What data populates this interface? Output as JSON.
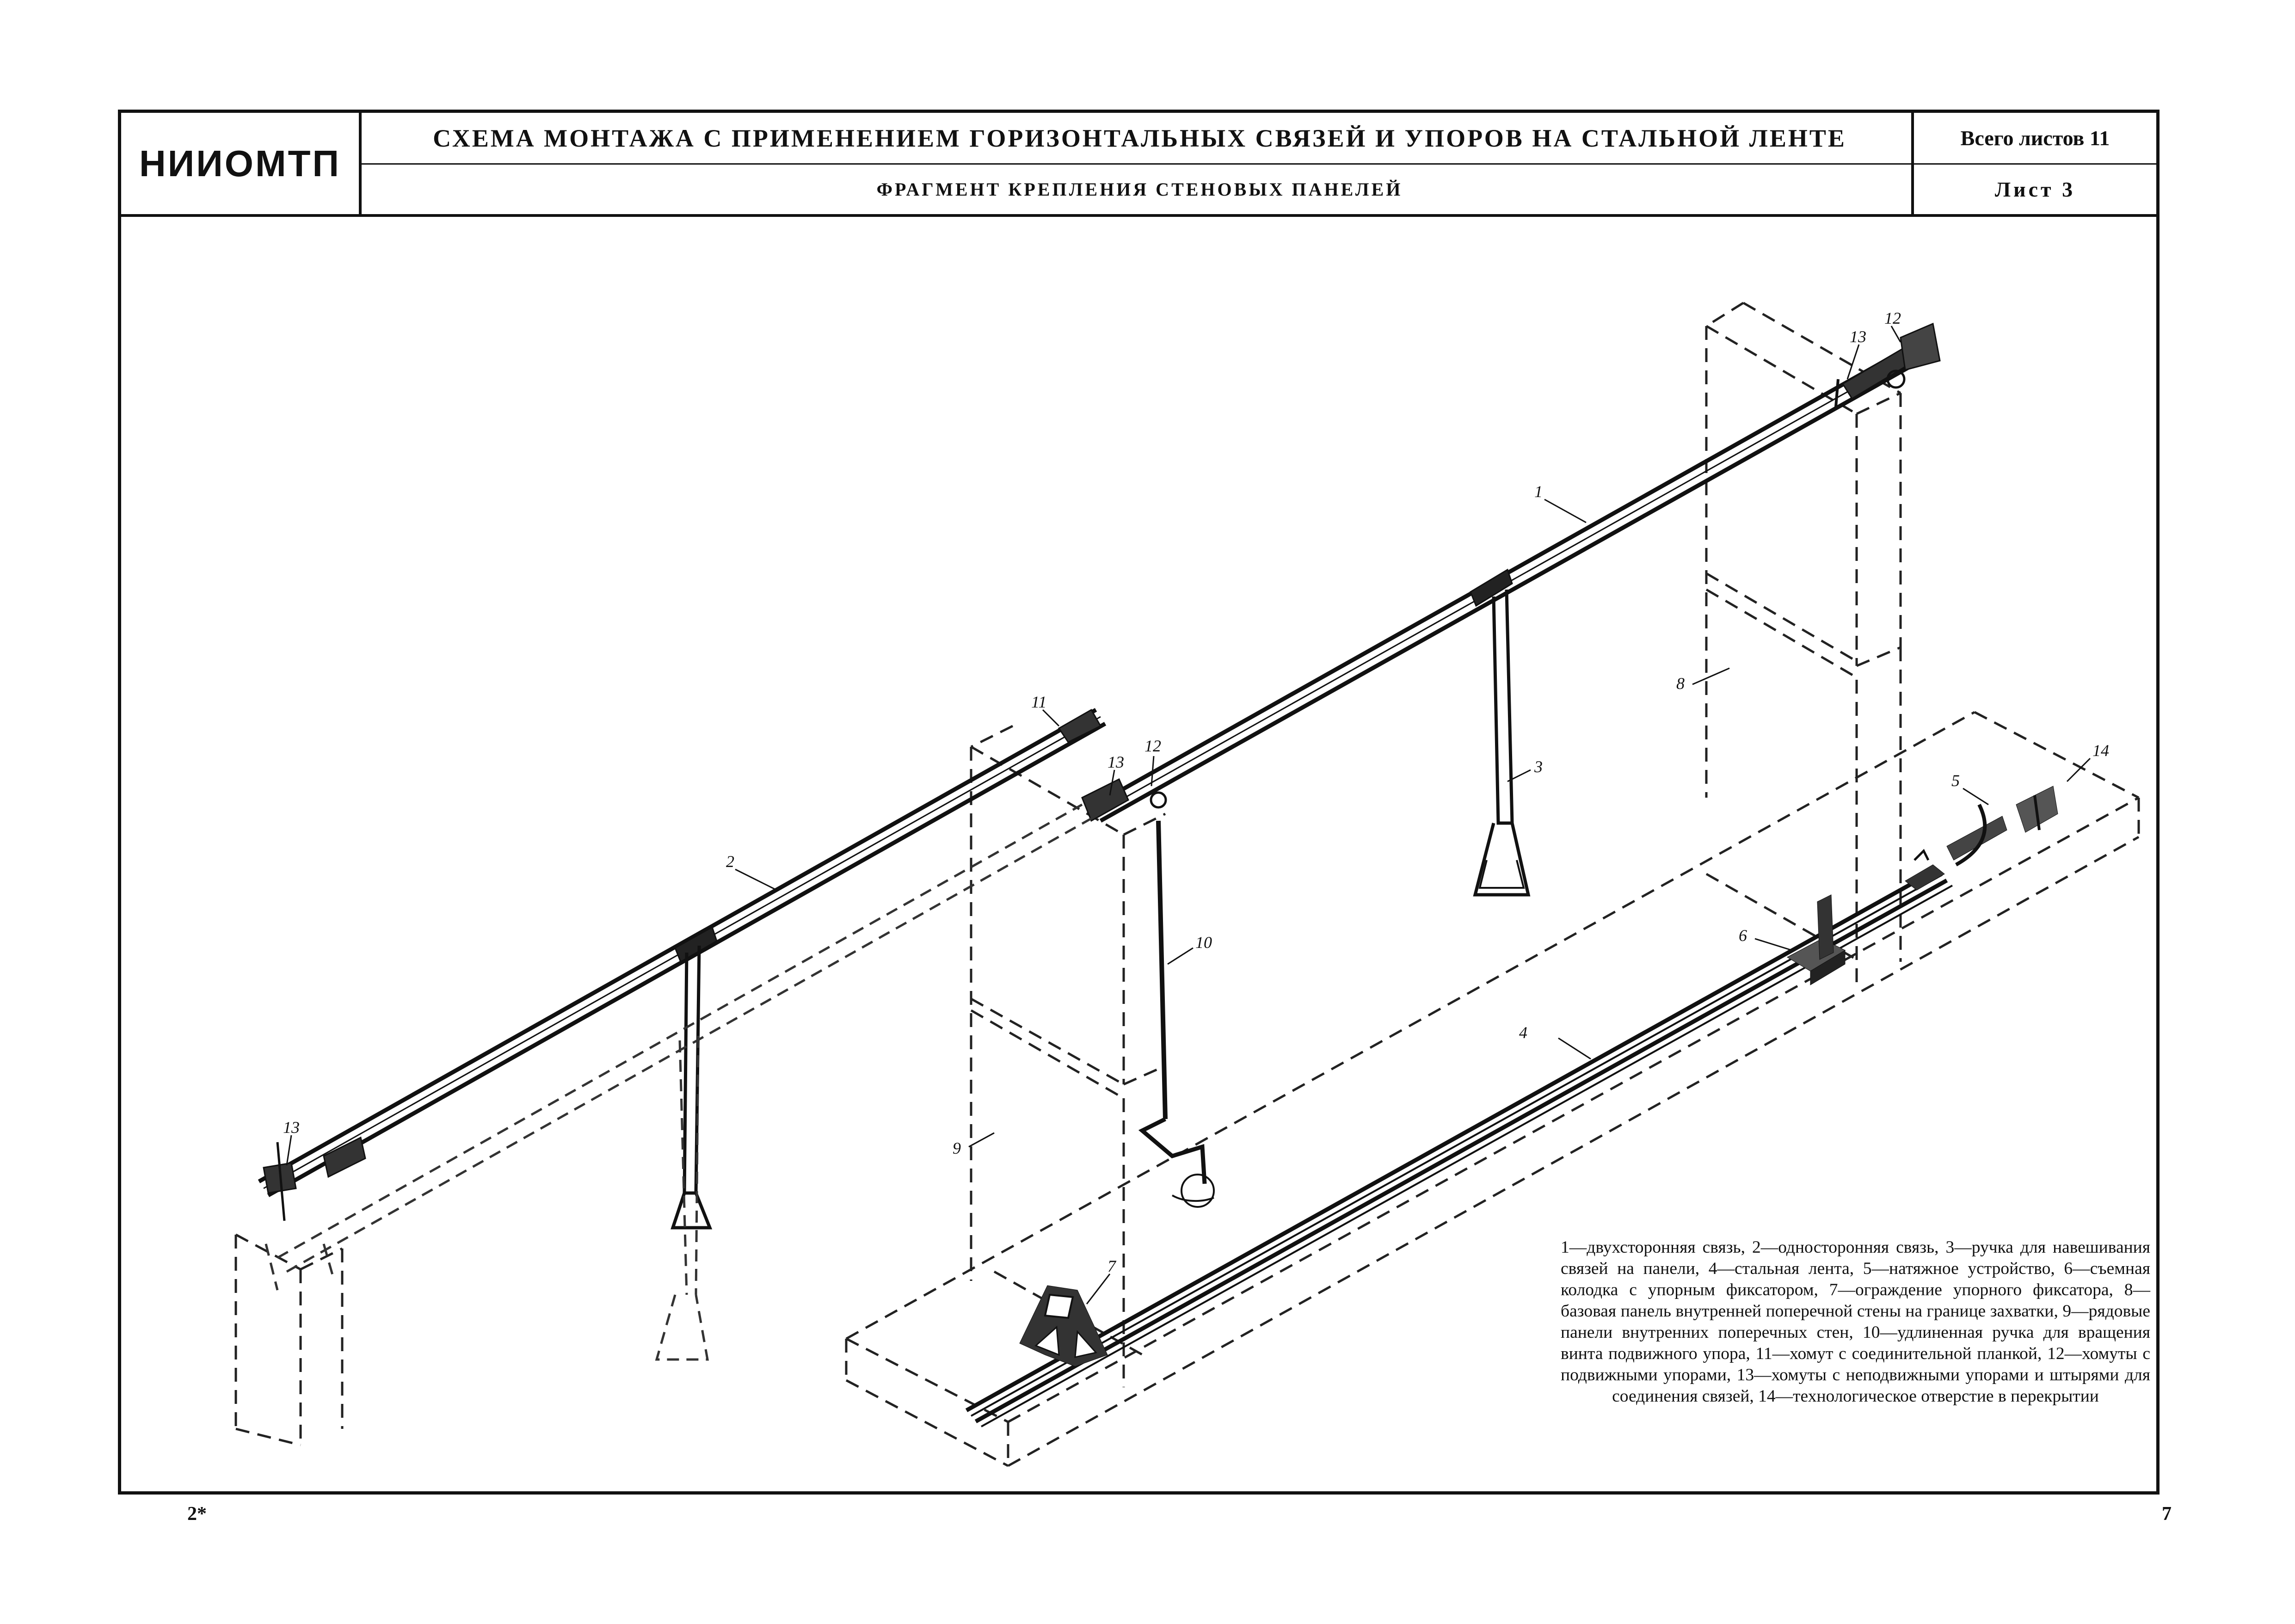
{
  "header": {
    "organization": "НИИОМТП",
    "title": "СХЕМА МОНТАЖА С ПРИМЕНЕНИЕМ ГОРИЗОНТАЛЬНЫХ СВЯЗЕЙ И УПОРОВ НА СТАЛЬНОЙ ЛЕНТЕ",
    "subtitle": "ФРАГМЕНТ КРЕПЛЕНИЯ СТЕНОВЫХ ПАНЕЛЕЙ",
    "sheets_total": "Всего листов 11",
    "sheet_number": "Лист 3"
  },
  "callouts": [
    "1",
    "2",
    "3",
    "4",
    "5",
    "6",
    "7",
    "8",
    "9",
    "10",
    "11",
    "12",
    "12",
    "13",
    "13",
    "13",
    "14"
  ],
  "legend_text": "1—двухсторонняя связь, 2—односторонняя связь, 3—ручка для навешивания связей на панели, 4—стальная лента, 5—натяжное устройство, 6—съемная колодка с упорным фиксатором, 7—ограждение упорного фиксатора, 8—базовая панель внутренней поперечной стены на границе захватки, 9—рядовые панели внутренних поперечных стен, 10—удлиненная ручка для вращения винта подвижного упора, 11—хомут с соединительной планкой, 12—хомуты с подвижными упорами, 13—хомуты с неподвижными упорами и штырями для соединения связей, 14—технологическое отверстие в перекрытии",
  "footer": {
    "left": "2*",
    "right": "7"
  }
}
